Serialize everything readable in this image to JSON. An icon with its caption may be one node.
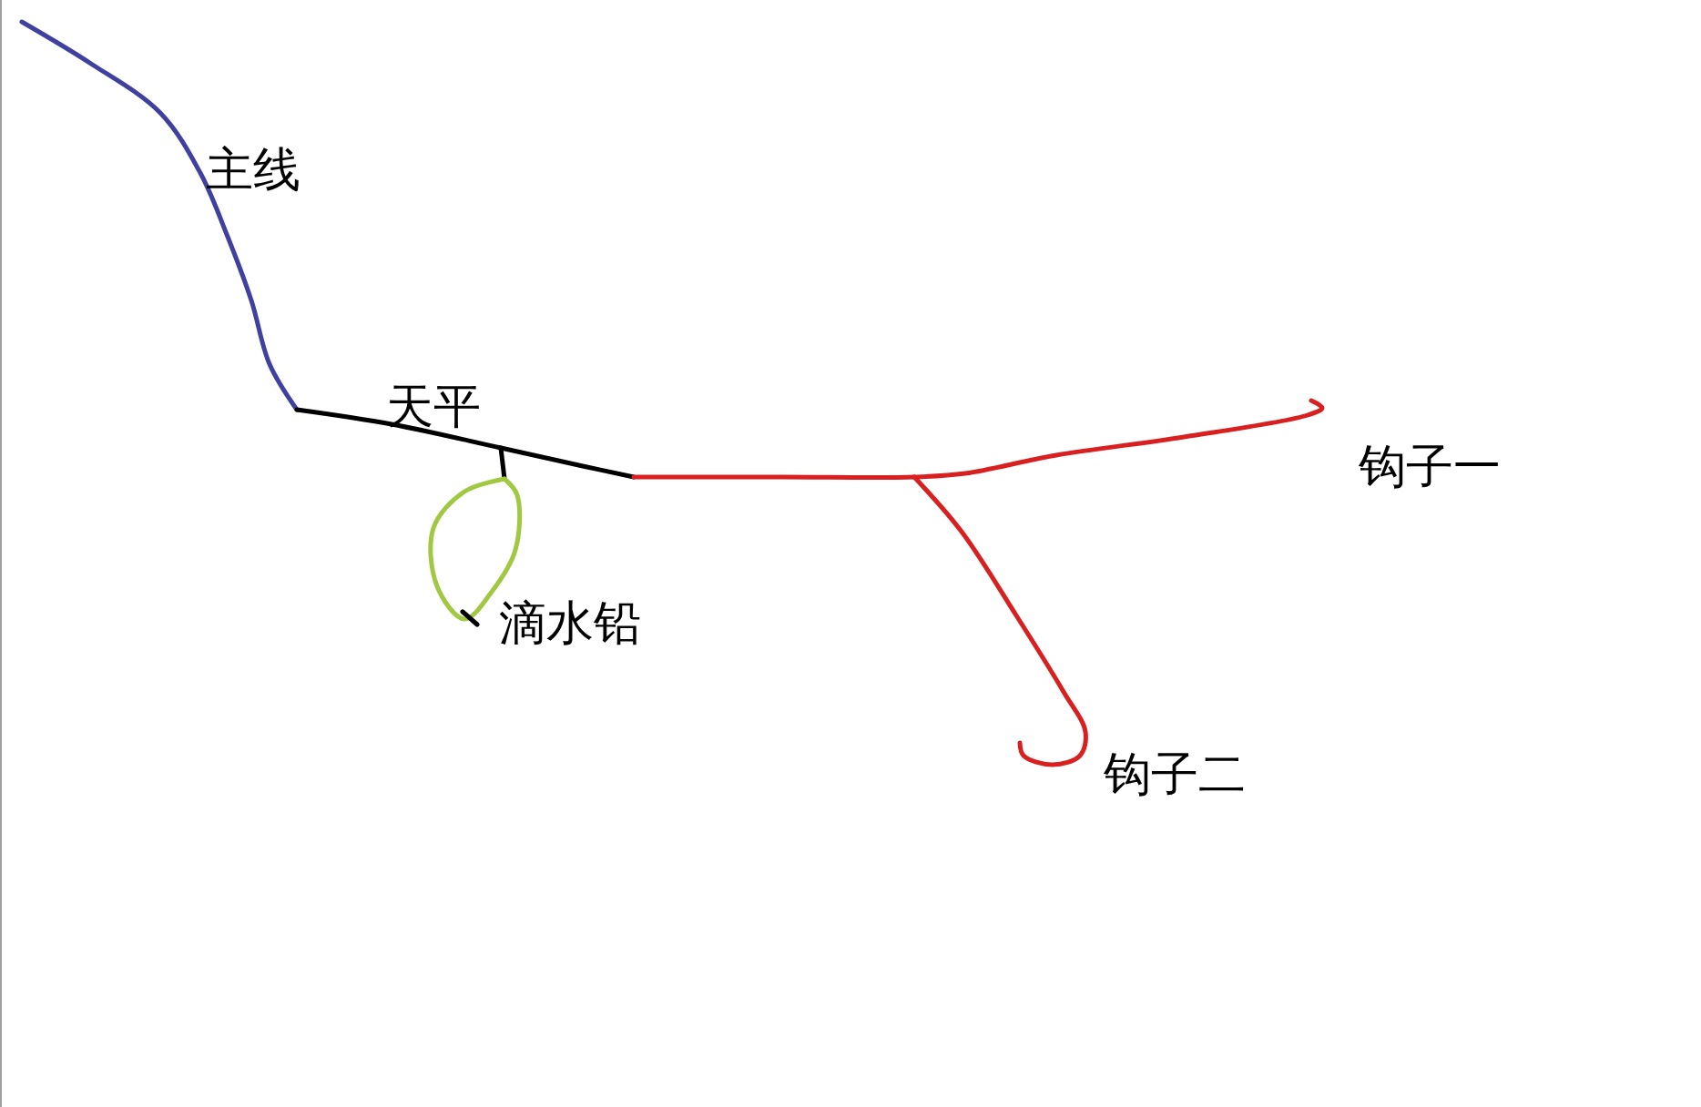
{
  "diagram": {
    "labels": [
      "主线",
      "天平",
      "滴水铅",
      "钩子一",
      "钩子二"
    ]
  }
}
